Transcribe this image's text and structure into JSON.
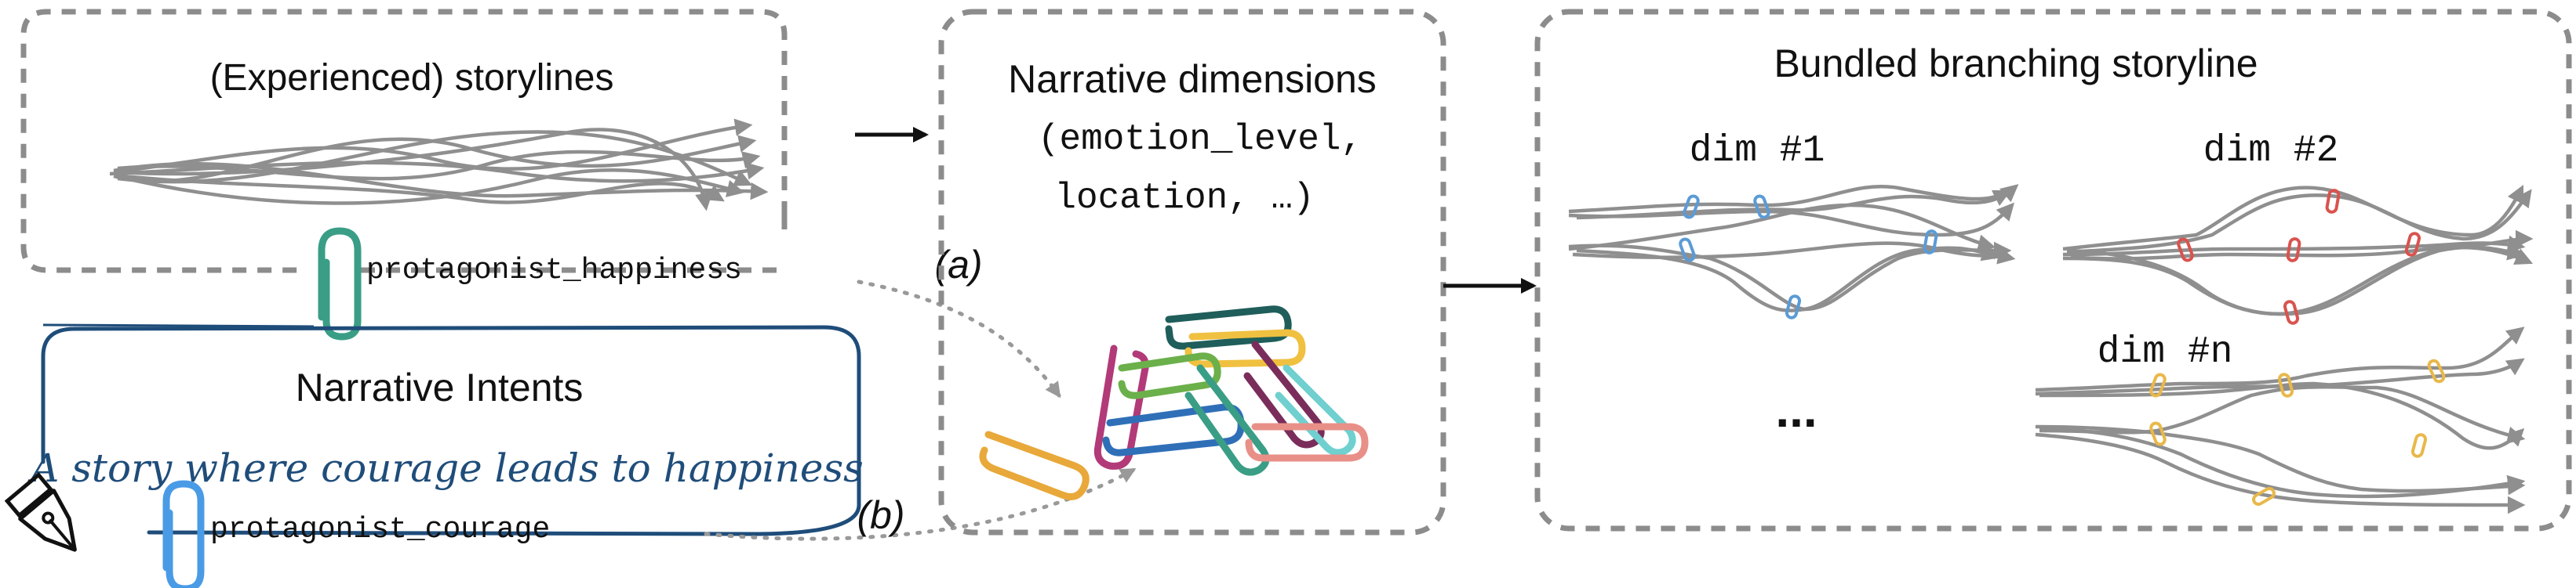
{
  "panels": {
    "experienced": {
      "title": "(Experienced) storylines"
    },
    "dimensions": {
      "title": "Narrative dimensions",
      "list_line1": "(emotion_level,",
      "list_line2": "location, …)"
    },
    "bundled": {
      "title": "Bundled branching storyline",
      "dim1": "dim #1",
      "dim2": "dim #2",
      "dimn": "dim #n",
      "ellipsis": "..."
    }
  },
  "intents": {
    "title": "Narrative Intents",
    "prompt": "A story where courage leads to happiness"
  },
  "tags": {
    "happiness": "protagonist_happiness",
    "courage": "protagonist_courage"
  },
  "labels": {
    "a": "(a)",
    "b": "(b)"
  },
  "colors": {
    "teal": "#3a9e86",
    "blue": "#4a9be6",
    "navy": "#1f4d7a",
    "clip_blue": "#5b9bd5",
    "clip_red": "#d9534f",
    "clip_yellow": "#e8b84a",
    "clip_magenta": "#b23a78",
    "clip_green": "#6bb04a",
    "clip_cyan": "#6fd0cf",
    "clip_pink": "#e89088",
    "clip_gold": "#f0c040"
  },
  "icons": [
    "paperclip-icon",
    "fountain-pen-icon",
    "arrow-right-icon"
  ]
}
